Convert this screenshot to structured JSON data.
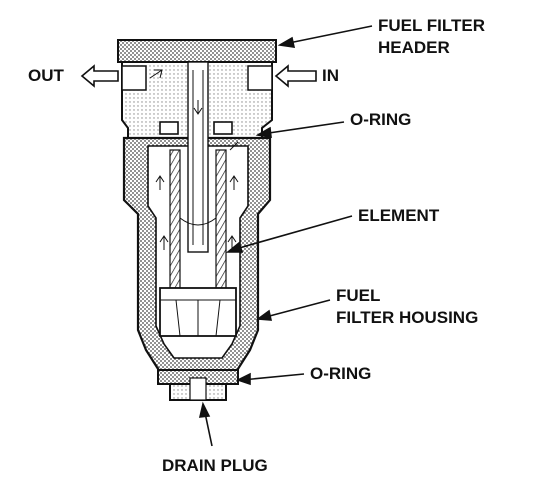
{
  "labels": {
    "fuel_filter_header": "FUEL FILTER",
    "fuel_filter_header_2": "HEADER",
    "out": "OUT",
    "in": "IN",
    "o_ring_top": "O-RING",
    "element": "ELEMENT",
    "fuel_housing_1": "FUEL",
    "fuel_housing_2": "FILTER HOUSING",
    "o_ring_bottom": "O-RING",
    "drain_plug": "DRAIN PLUG"
  },
  "colors": {
    "ink": "#111111",
    "stipple": "#6e6e6e",
    "light_stipple": "#bdbdbd",
    "paper": "#ffffff"
  }
}
